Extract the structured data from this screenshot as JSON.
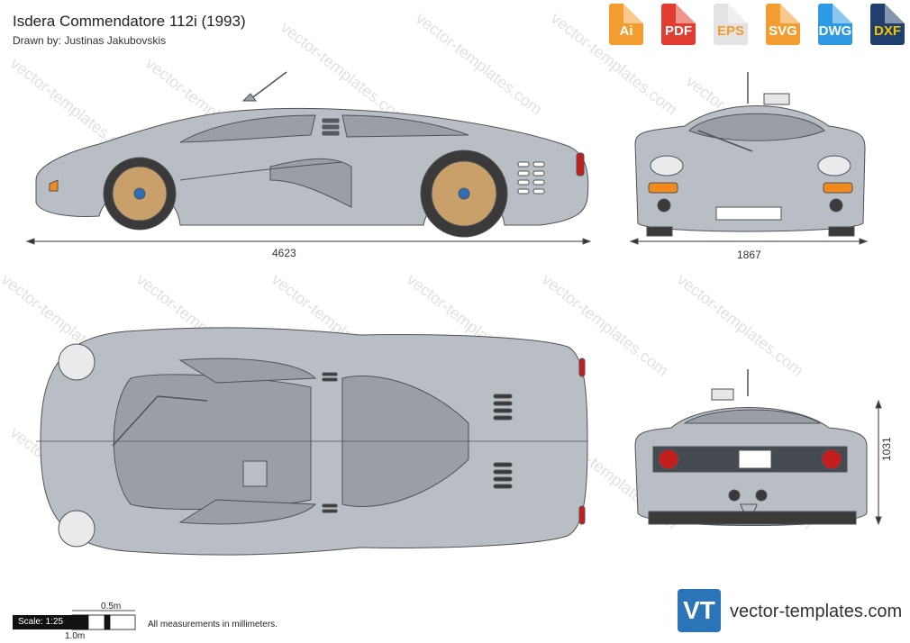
{
  "header": {
    "title": "Isdera Commendatore 112i (1993)",
    "drawn_by": "Drawn by: Justinas Jakubovskis"
  },
  "formats": [
    {
      "label": "Ai",
      "color": "#f39c2f"
    },
    {
      "label": "PDF",
      "color": "#e23b30"
    },
    {
      "label": "EPS",
      "color": "#e6e6e6",
      "text_color": "#f39c2f"
    },
    {
      "label": "SVG",
      "color": "#f39c2f"
    },
    {
      "label": "DWG",
      "color": "#2e9ae3"
    },
    {
      "label": "DXF",
      "color": "#1f3f6e",
      "text_color": "#f5c400"
    }
  ],
  "dimensions": {
    "length": "4623",
    "width": "1867",
    "height": "1031"
  },
  "watermark": "vector-templates.com",
  "scale": {
    "label": "Scale: 1:25",
    "half_meter": "0.5m",
    "one_meter": "1.0m",
    "note": "All measurements in millimeters."
  },
  "brand": {
    "logo": "VT",
    "site": "vector-templates.com"
  },
  "colors": {
    "body": "#b9bec4",
    "glass": "#9a9ea5",
    "line": "#555b62",
    "wheel": "#c9a06a",
    "tire": "#3a3a3a",
    "indicator": "#f08a1d",
    "taillight": "#c41f1f"
  }
}
